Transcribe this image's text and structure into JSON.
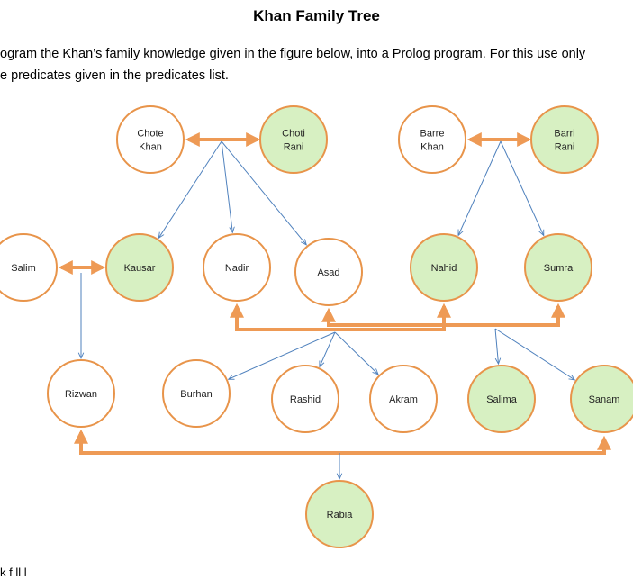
{
  "document": {
    "title": "Khan Family Tree",
    "paragraph_line_1": "ogram the Khan’s family knowledge given in the figure below, into a Prolog program. For this use only",
    "paragraph_line_2": "e predicates given in the predicates list.",
    "bottom_fragment": "k f     ll   l"
  },
  "colors": {
    "circle_stroke": "#e8944a",
    "female_fill": "#d7f0c2",
    "male_fill": "#ffffff",
    "marriage_arrow": "#ee9a55",
    "child_arrow": "#4f81bd"
  },
  "people": [
    {
      "id": "chote_khan",
      "lines": [
        "Chote",
        "Khan"
      ],
      "female": false
    },
    {
      "id": "choti_rani",
      "lines": [
        "Choti",
        "Rani"
      ],
      "female": true
    },
    {
      "id": "barre_khan",
      "lines": [
        "Barre",
        "Khan"
      ],
      "female": false
    },
    {
      "id": "barri_rani",
      "lines": [
        "Barri",
        "Rani"
      ],
      "female": true
    },
    {
      "id": "salim",
      "lines": [
        "Salim"
      ],
      "female": false
    },
    {
      "id": "kausar",
      "lines": [
        "Kausar"
      ],
      "female": true
    },
    {
      "id": "nadir",
      "lines": [
        "Nadir"
      ],
      "female": false
    },
    {
      "id": "asad",
      "lines": [
        "Asad"
      ],
      "female": false
    },
    {
      "id": "nahid",
      "lines": [
        "Nahid"
      ],
      "female": true
    },
    {
      "id": "sumra",
      "lines": [
        "Sumra"
      ],
      "female": true
    },
    {
      "id": "rizwan",
      "lines": [
        "Rizwan"
      ],
      "female": false
    },
    {
      "id": "burhan",
      "lines": [
        "Burhan"
      ],
      "female": false
    },
    {
      "id": "rashid",
      "lines": [
        "Rashid"
      ],
      "female": false
    },
    {
      "id": "akram",
      "lines": [
        "Akram"
      ],
      "female": false
    },
    {
      "id": "salima",
      "lines": [
        "Salima"
      ],
      "female": true
    },
    {
      "id": "sanam",
      "lines": [
        "Sanam"
      ],
      "female": true
    },
    {
      "id": "rabia",
      "lines": [
        "Rabia"
      ],
      "female": true
    }
  ],
  "marriages": [
    [
      "chote_khan",
      "choti_rani"
    ],
    [
      "barre_khan",
      "barri_rani"
    ],
    [
      "salim",
      "kausar"
    ],
    [
      "nadir",
      "nahid"
    ],
    [
      "asad",
      "sumra"
    ],
    [
      "rizwan",
      "sanam"
    ]
  ],
  "children": [
    {
      "parents": [
        "chote_khan",
        "choti_rani"
      ],
      "kids": [
        "kausar",
        "nadir",
        "asad"
      ]
    },
    {
      "parents": [
        "barre_khan",
        "barri_rani"
      ],
      "kids": [
        "nahid",
        "sumra"
      ]
    },
    {
      "parents": [
        "salim",
        "kausar"
      ],
      "kids": [
        "rizwan"
      ]
    },
    {
      "parents": [
        "nadir",
        "nahid"
      ],
      "kids": [
        "burhan",
        "rashid",
        "akram"
      ]
    },
    {
      "parents": [
        "asad",
        "sumra"
      ],
      "kids": [
        "salima",
        "sanam"
      ]
    },
    {
      "parents": [
        "rizwan",
        "sanam"
      ],
      "kids": [
        "rabia"
      ]
    }
  ]
}
